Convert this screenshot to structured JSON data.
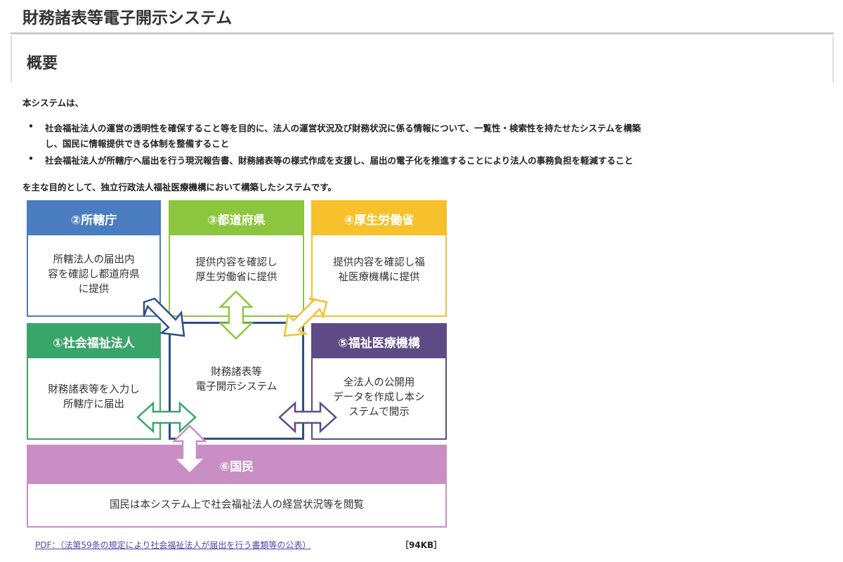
{
  "title": "財務諸表等電子開示システム",
  "section": "概要",
  "intro": "本システムは、",
  "bullets": [
    "社会福祉法人の運営の透明性を確保すること等を目的に、法人の運営状況及び財務状況に係る情報について、一覧性・検索性を持たせたシステムを構築",
    "し、国民に情報提供できる体制を整備すること",
    "社会福祉法人が所轄庁へ届出を行う現況報告書、財務諸表等の様式作成を支援し、届出の電子化を推進することにより法人の事務負担を軽減すること"
  ],
  "outro": "を主な目的として、独立行政法人福祉医療機構において構築したシステムです。",
  "diagram": {
    "b2": {
      "h": "②所轄庁",
      "t": "所轄法人の届出内\n容を確認し都道府県\nに提供",
      "c": "#4a7dbf"
    },
    "b3": {
      "h": "③都道府県",
      "t": "提供内容を確認し\n厚生労働省に提供",
      "c": "#8cc63e"
    },
    "b4": {
      "h": "④厚生労働省",
      "t": "提供内容を確認し福\n祉医療機構に提供",
      "c": "#f6c12b"
    },
    "b1": {
      "h": "①社会福祉法人",
      "t": "財務諸表等を入力し\n所轄庁に届出",
      "c": "#3aa56b"
    },
    "center": {
      "t": "財務諸表等\n電子開示システム",
      "c": "#2d4f8c"
    },
    "b5": {
      "h": "⑤福祉医療機構",
      "t": "全法人の公開用\nデータを作成し本シ\nステムで開示",
      "c": "#5e4b86"
    },
    "b6": {
      "h": "⑥国民",
      "t": "国民は本システム上で社会福祉法人の経営状況等を閲覧",
      "c": "#c98fc5"
    }
  },
  "link": "PDF：（法第59条の規定により社会福祉法人が届出を行う書類等の公表）",
  "size": "［94KB］"
}
